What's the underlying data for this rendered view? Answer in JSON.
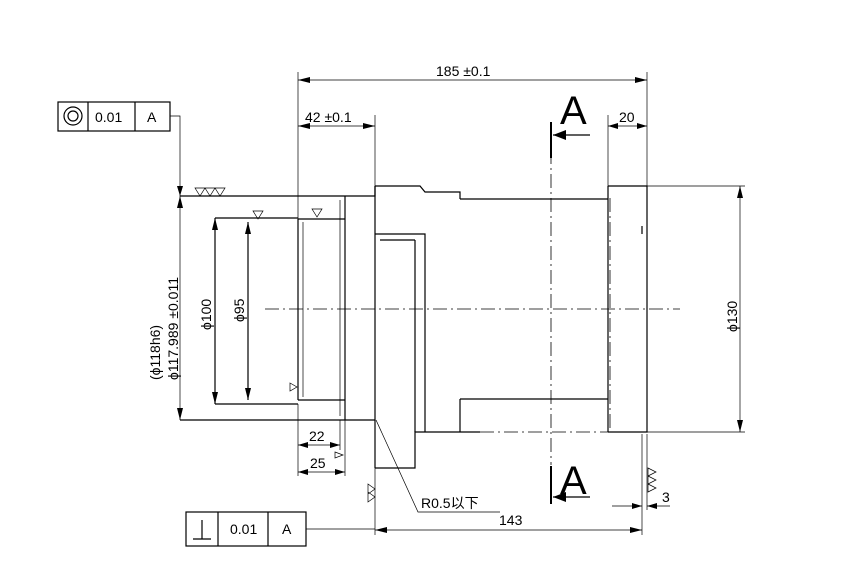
{
  "dimensions": {
    "overall_length": "185 ±0.1",
    "flange_offset": "42 ±0.1",
    "end_flange": "20",
    "bore_depth_inner": "22",
    "bore_depth_outer": "25",
    "face_gap": "3",
    "shaft_length": "143",
    "radius_note": "R0.5以下",
    "dia_100": "ϕ100",
    "dia_95": "ϕ95",
    "dia_130": "ϕ130",
    "dia_118_ref": "(ϕ118h6)",
    "dia_118_tol": "ϕ117.989 ±0.011"
  },
  "section": {
    "top_label": "A",
    "bottom_label": "A"
  },
  "tolerance_frames": [
    {
      "symbol": "concentricity",
      "value": "0.01",
      "datum": "A"
    },
    {
      "symbol": "perpendicularity",
      "value": "0.01",
      "datum": "A"
    }
  ]
}
